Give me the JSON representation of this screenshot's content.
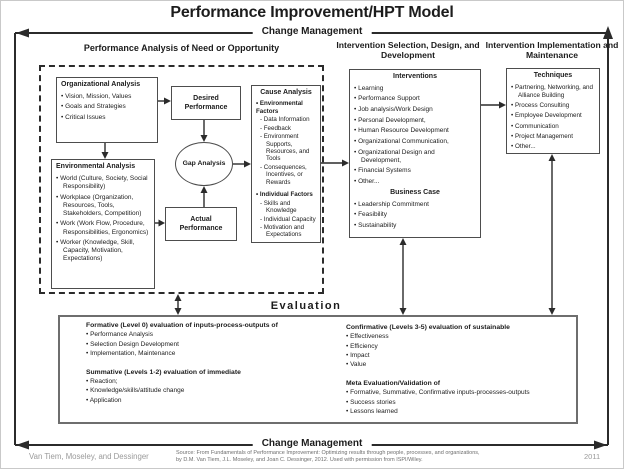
{
  "title": "Performance Improvement/HPT Model",
  "change_management": {
    "top": "Change Management",
    "bottom": "Change Management"
  },
  "sections": {
    "performance_analysis": {
      "header": "Performance Analysis of Need or Opportunity",
      "organizational": {
        "title": "Organizational Analysis",
        "items": [
          "Vision, Mission, Values",
          "Goals and Strategies",
          "Critical Issues"
        ]
      },
      "environmental": {
        "title": "Environmental Analysis",
        "items": [
          "World (Culture, Society, Social Responsibility)",
          "Workplace (Organization, Resources, Tools, Stakeholders, Competition)",
          "Work (Work Flow, Procedure, Responsibilities, Ergonomics)",
          "Worker (Knowledge, Skill, Capacity, Motivation, Expectations)"
        ]
      },
      "desired_performance": "Desired Performance",
      "actual_performance": "Actual Performance",
      "gap_analysis": "Gap Analysis",
      "cause_analysis": {
        "title": "Cause Analysis",
        "groups": [
          {
            "title": "Environmental Factors",
            "items": [
              "Data Information",
              "Feedback",
              "Environment Supports, Resources, and Tools",
              "Consequences, Incentives, or Rewards"
            ]
          },
          {
            "title": "Individual Factors",
            "items": [
              "Skills and Knowledge",
              "Individual Capacity",
              "Motivation and Expectations"
            ]
          }
        ]
      }
    },
    "intervention_selection": {
      "header": "Intervention Selection, Design, and Development",
      "interventions": {
        "title": "Interventions",
        "items": [
          "Learning",
          "Performance Support",
          "Job analysis/Work Design",
          "Personal Development,",
          "Human Resource Development",
          "Organizational Communication,",
          "Organizational Design and Development,",
          "Financial Systems",
          "Other..."
        ]
      },
      "business_case": {
        "title": "Business Case",
        "items": [
          "Leadership Commitment",
          "Feasibility",
          "Sustainability"
        ]
      }
    },
    "intervention_implementation": {
      "header": "Intervention Implementation and Maintenance",
      "techniques": {
        "title": "Techniques",
        "items": [
          "Partnering, Networking, and Alliance Building",
          "Process Consulting",
          "Employee Development",
          "Communication",
          "Project Management",
          "Other..."
        ]
      }
    },
    "evaluation": {
      "header": "Evaluation",
      "formative": {
        "title": "Formative (Level 0) evaluation of inputs-process-outputs of",
        "items": [
          "Performance Analysis",
          "Selection Design Development",
          "Implementation, Maintenance"
        ]
      },
      "summative": {
        "title": "Summative (Levels 1-2) evaluation of immediate",
        "items": [
          "Reaction;",
          "Knowledge/skills/attitude change",
          "Application"
        ]
      },
      "confirmative": {
        "title": "Confirmative (Levels 3-5) evaluation of sustainable",
        "items": [
          "Effectiveness",
          "Efficiency",
          "Impact",
          "Value"
        ]
      },
      "meta": {
        "title": "Meta Evaluation/Validation of",
        "items": [
          "Formative, Summative, Confirmative inputs-processes-outputs",
          "Success stories",
          "Lessons learned"
        ]
      }
    }
  },
  "footer": {
    "authors": "Van Tiem, Moseley, and Dessinger",
    "source_line1": "Source: From Fundamentals of Performance Improvement: Optimizing results through people, processes, and organizations,",
    "source_line2": "by D.M. Van Tiem, J.L. Moseley, and Joan C. Dessinger, 2012. Used with permission from ISPI/Wiley.",
    "year": "2011"
  },
  "colors": {
    "line": "#2b2b2b",
    "box_border": "#4d4d4d",
    "eval_border": "#6e6e6e",
    "muted_text": "#9a9a9a"
  }
}
